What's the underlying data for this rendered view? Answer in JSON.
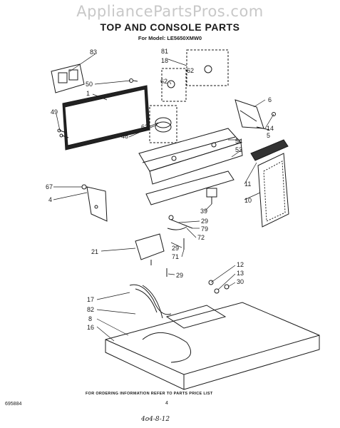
{
  "watermark": "AppliancePartsPros.com",
  "title": "TOP AND CONSOLE PARTS",
  "model": "For Model: LE5650XMW0",
  "footer": "FOR ORDERING INFORMATION REFER TO PARTS PRICE LIST",
  "code": "695884",
  "page_number": "4",
  "handwritten_note": "4o4-8-12",
  "callouts": [
    "83",
    "50",
    "1",
    "49",
    "48",
    "63",
    "62",
    "81",
    "18",
    "6",
    "14",
    "5",
    "54",
    "53",
    "11",
    "10",
    "67",
    "4",
    "39",
    "29",
    "79",
    "72",
    "71",
    "21",
    "12",
    "13",
    "30",
    "17",
    "82",
    "8",
    "16"
  ]
}
